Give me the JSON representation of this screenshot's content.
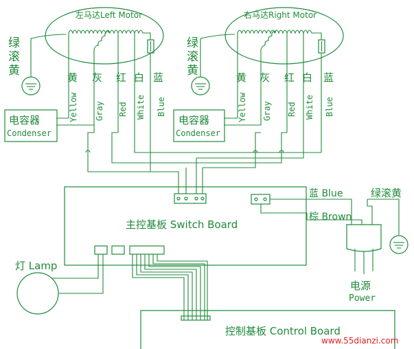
{
  "motors": {
    "left_title": "左马达Left Motor",
    "right_title": "右马达Right Motor"
  },
  "earth_label": [
    "绿",
    "滚",
    "黄"
  ],
  "wires": [
    {
      "cn": "黄",
      "en": "Yellow"
    },
    {
      "cn": "灰",
      "en": "Gray"
    },
    {
      "cn": "红",
      "en": "Red"
    },
    {
      "cn": "白",
      "en": "White"
    },
    {
      "cn": "蓝",
      "en": "Blue"
    }
  ],
  "capacitor": {
    "cn": "电容器",
    "en": "Condenser"
  },
  "switch_board": "主控基板 Switch Board",
  "control_board": "控制基板 Control Board",
  "lamp": "灯 Lamp",
  "power": {
    "blue": "蓝 Blue",
    "brown": "棕 Brown",
    "earth": "绿滚黄",
    "cn": "电源",
    "en": "Power"
  },
  "watermark": "www.55dianzi.com"
}
